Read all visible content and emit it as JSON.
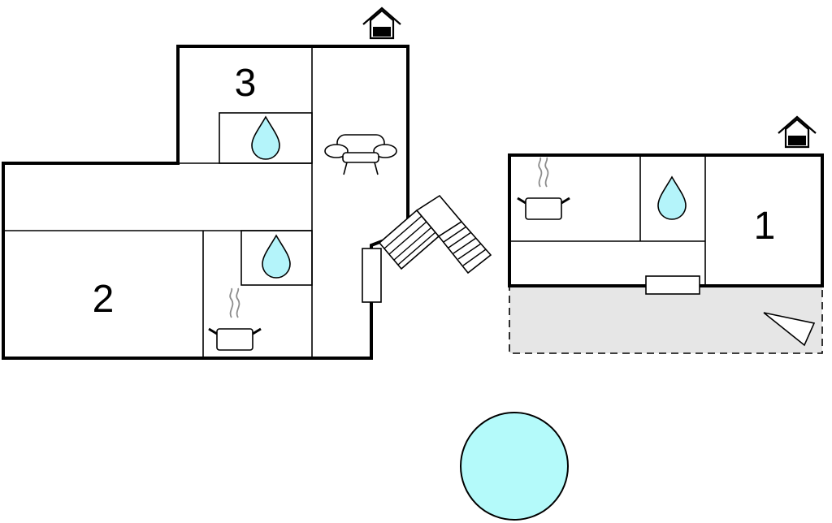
{
  "rooms": [
    {
      "id": "bedroom-1",
      "number": "1"
    },
    {
      "id": "bedroom-2",
      "number": "2"
    },
    {
      "id": "bedroom-3",
      "number": "3"
    }
  ],
  "icons": {
    "house": "house-icon",
    "water": "water-drop-icon",
    "kitchen": "cooking-pot-icon",
    "sofa": "sofa-icon",
    "stairs": "stairs-icon",
    "terrace": "terrace-area",
    "pool": "pool-icon"
  },
  "colors": {
    "water": "#b4f4fa",
    "terrace": "#e6e6e6",
    "pool": "#b4fafa",
    "wall": "#000000",
    "steam": "#8c8c8c"
  }
}
